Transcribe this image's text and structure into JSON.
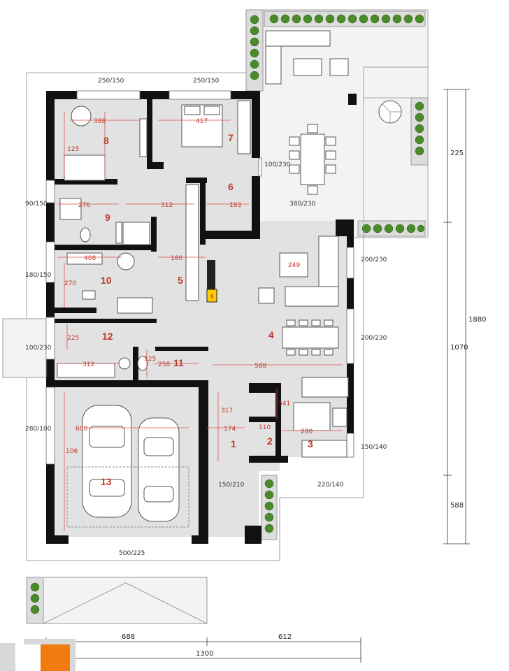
{
  "rooms": [
    {
      "number": "1"
    },
    {
      "number": "2"
    },
    {
      "number": "3"
    },
    {
      "number": "4"
    },
    {
      "number": "5"
    },
    {
      "number": "6"
    },
    {
      "number": "7"
    },
    {
      "number": "8"
    },
    {
      "number": "9"
    },
    {
      "number": "10"
    },
    {
      "number": "11"
    },
    {
      "number": "12"
    },
    {
      "number": "13"
    }
  ],
  "interior_dims": [
    "388",
    "417",
    "312",
    "276",
    "193",
    "408",
    "180",
    "312",
    "258",
    "125",
    "588",
    "600",
    "317",
    "174",
    "110",
    "280",
    "341",
    "125",
    "270",
    "225",
    "249",
    "106"
  ],
  "window_tags": [
    "250/150",
    "250/150",
    "90/150",
    "180/150",
    "100/230",
    "100/230",
    "280/100",
    "200/230",
    "200/230",
    "150/140",
    "150/210",
    "220/140",
    "380/230",
    "500/225"
  ],
  "overall_dims": {
    "right_total": "1880",
    "right_top": "225",
    "right_mid": "1070",
    "right_bottom": "588",
    "bottom_total": "1300",
    "bottom_left": "688",
    "bottom_right": "612"
  },
  "colors": {
    "wall": "#111111",
    "floor": "#e2e2e2",
    "dimension": "#c0392b",
    "plant": "#4a8a2a",
    "fireplace": "#ffcc00",
    "logo": "#f07c10"
  }
}
